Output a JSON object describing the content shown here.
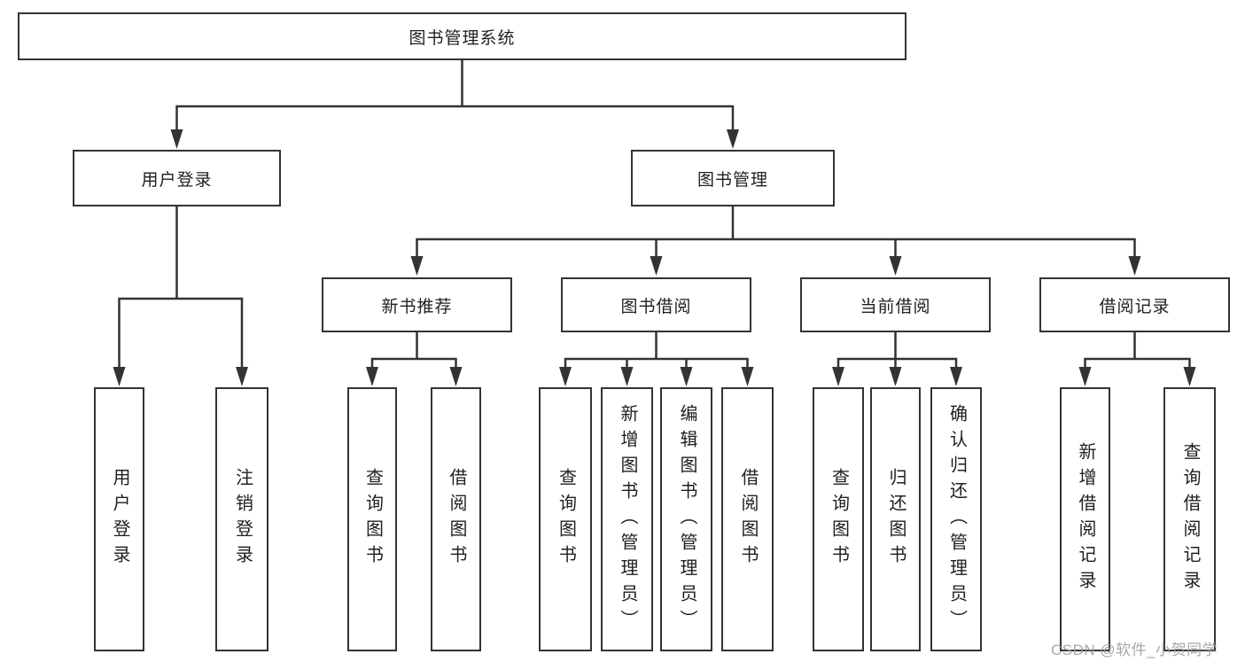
{
  "tree": {
    "label": "图书管理系统",
    "children": [
      {
        "label": "用户登录",
        "children": [
          {
            "label": "用户登录"
          },
          {
            "label": "注销登录"
          }
        ]
      },
      {
        "label": "图书管理",
        "children": [
          {
            "label": "新书推荐",
            "children": [
              {
                "label": "查询图书"
              },
              {
                "label": "借阅图书"
              }
            ]
          },
          {
            "label": "图书借阅",
            "children": [
              {
                "label": "查询图书"
              },
              {
                "label": "新增图书（管理员）"
              },
              {
                "label": "编辑图书（管理员）"
              },
              {
                "label": "借阅图书"
              }
            ]
          },
          {
            "label": "当前借阅",
            "children": [
              {
                "label": "查询图书"
              },
              {
                "label": "归还图书"
              },
              {
                "label": "确认归还（管理员）"
              }
            ]
          },
          {
            "label": "借阅记录",
            "children": [
              {
                "label": "新增借阅记录"
              },
              {
                "label": "查询借阅记录"
              }
            ]
          }
        ]
      }
    ]
  },
  "watermark": {
    "text": "CSDN @软件_小贺同学"
  },
  "colors": {
    "line": "#333333",
    "text": "#1f1f1f",
    "background": "#ffffff",
    "watermark": "#9e9e9e"
  }
}
